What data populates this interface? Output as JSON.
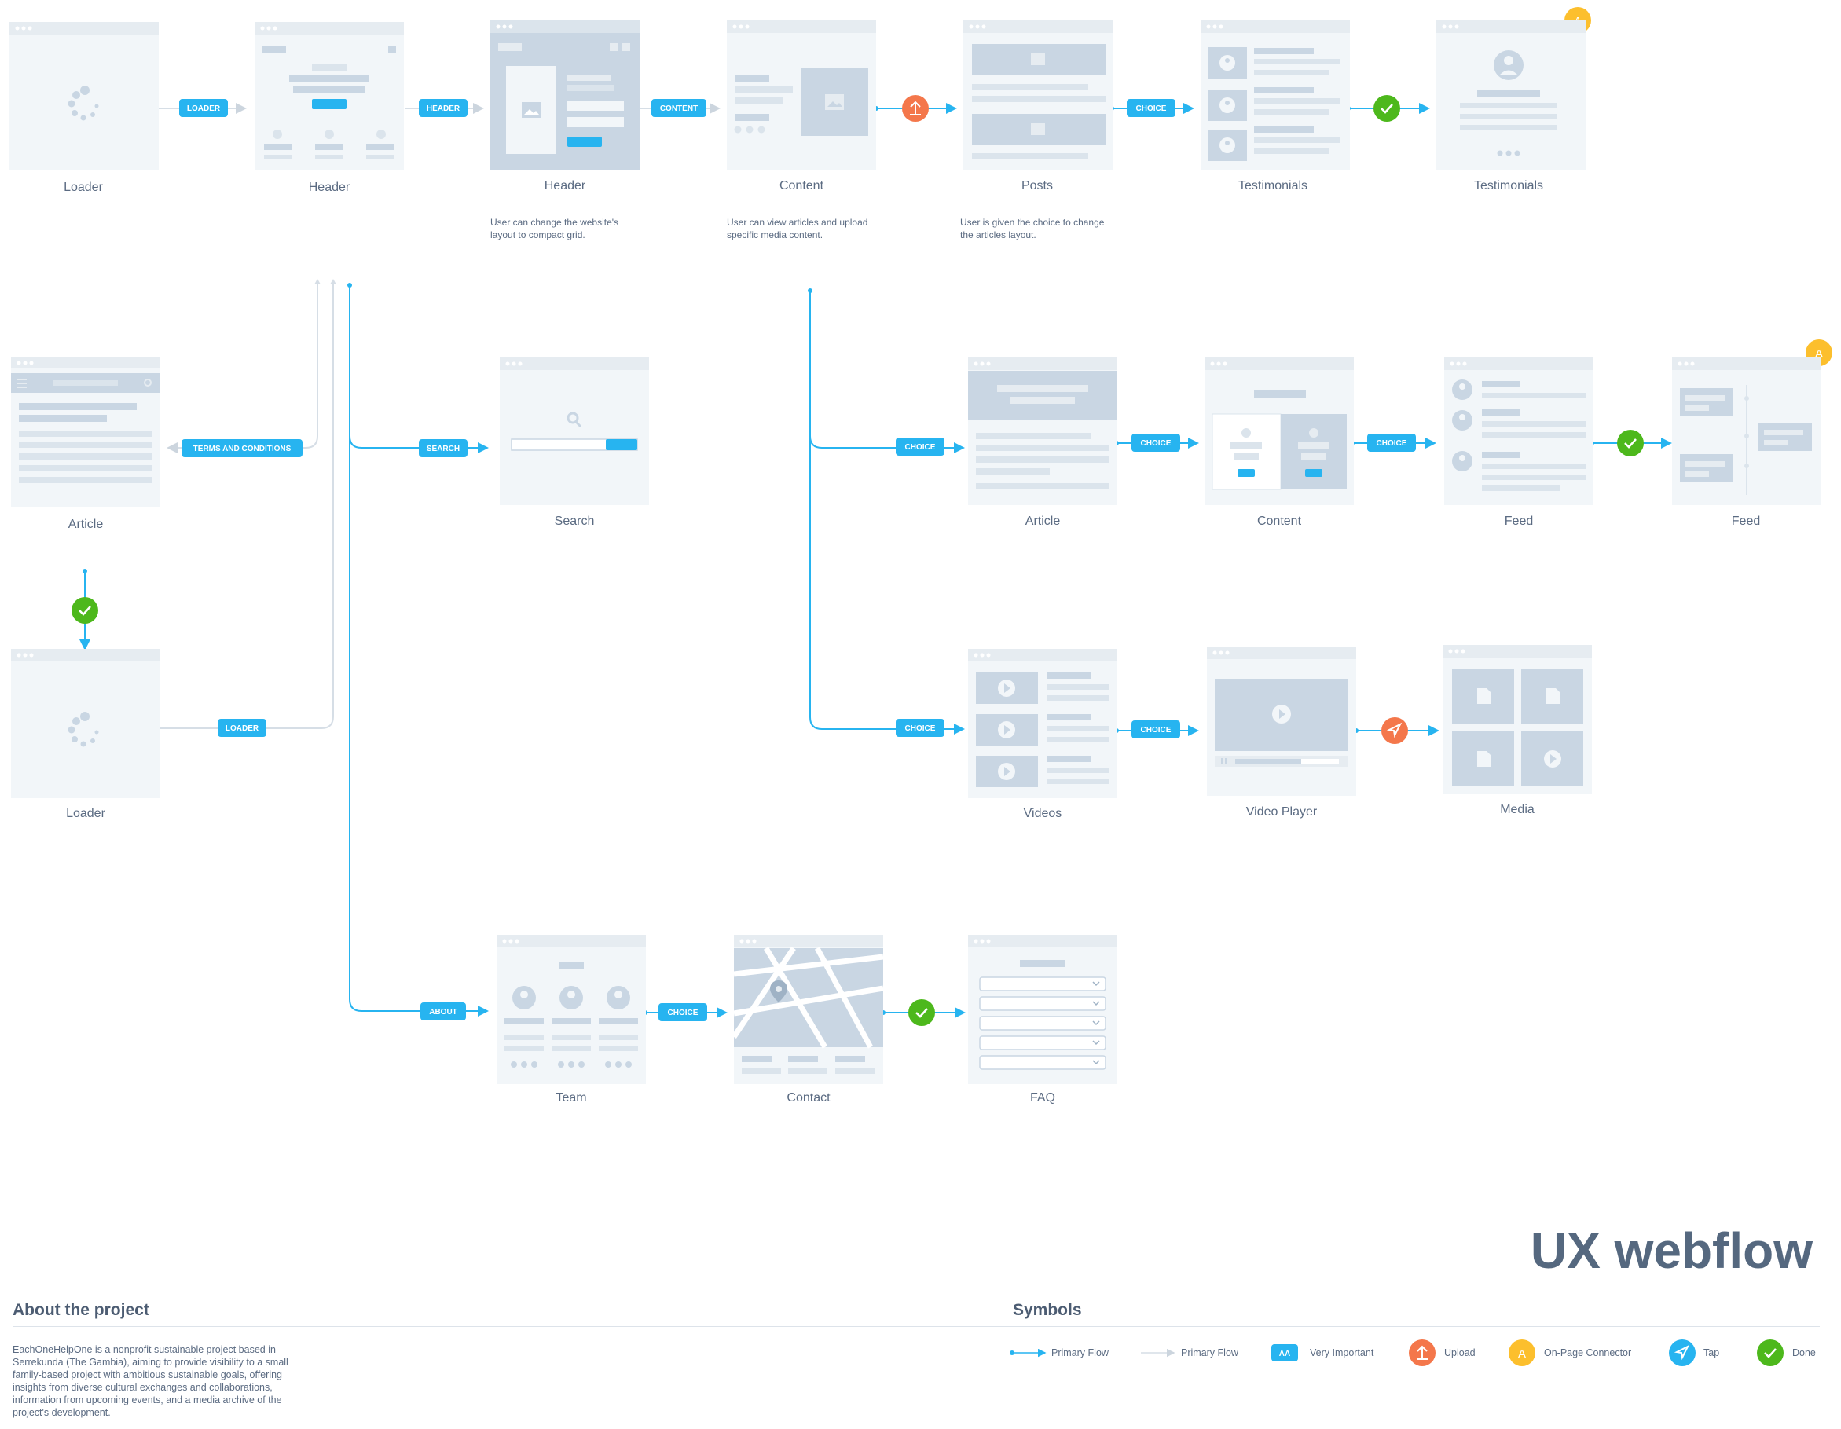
{
  "badges": {
    "loader": "LOADER",
    "header": "HEADER",
    "content": "CONTENT",
    "choice": "CHOICE",
    "terms": "TERMS AND CONDITIONS",
    "search": "SEARCH",
    "about": "ABOUT",
    "connector_letter": "A"
  },
  "screens": {
    "loader_top": "Loader",
    "header_1": "Header",
    "header_2": "Header",
    "content_1": "Content",
    "posts": "Posts",
    "testimonials_1": "Testimonials",
    "testimonials_2": "Testimonials",
    "article_1": "Article",
    "search": "Search",
    "article_2": "Article",
    "content_2": "Content",
    "feed_1": "Feed",
    "feed_2": "Feed",
    "loader_2": "Loader",
    "videos": "Videos",
    "video_player": "Video Player",
    "media": "Media",
    "team": "Team",
    "contact": "Contact",
    "faq": "FAQ"
  },
  "notes": {
    "header_2": [
      "User can change the website's",
      "layout to compact grid."
    ],
    "content_1": [
      "User can view articles and upload",
      "specific media content."
    ],
    "posts": [
      "User is given the choice to change",
      "the articles layout."
    ]
  },
  "footer": {
    "title": "UX webflow",
    "about_heading": "About the project",
    "about_text": "EachOneHelpOne is a nonprofit sustainable project based in Serrekunda (The Gambia), aiming to provide visibility to a small family-based project with ambitious sustainable goals, offering insights from diverse cultural exchanges and collaborations, information from upcoming events, and a media archive of the project's development.",
    "symbols_heading": "Symbols"
  },
  "legend": {
    "primary_flow_1": "Primary Flow",
    "primary_flow_2": "Primary Flow",
    "very_important_badge": "AA",
    "very_important": "Very Important",
    "upload": "Upload",
    "connector_badge": "A",
    "connector": "On-Page Connector",
    "tap": "Tap",
    "done": "Done"
  },
  "colors": {
    "frame_bg": "#f2f6f9",
    "frame_bar": "#e6ecf1",
    "block": "#c9d6e3",
    "blue": "#27b4f0",
    "green": "#4db81c",
    "orange": "#f4774b",
    "yellow": "#fcbf2d",
    "line_gray": "#d6dee6",
    "text": "#5b6b82"
  }
}
